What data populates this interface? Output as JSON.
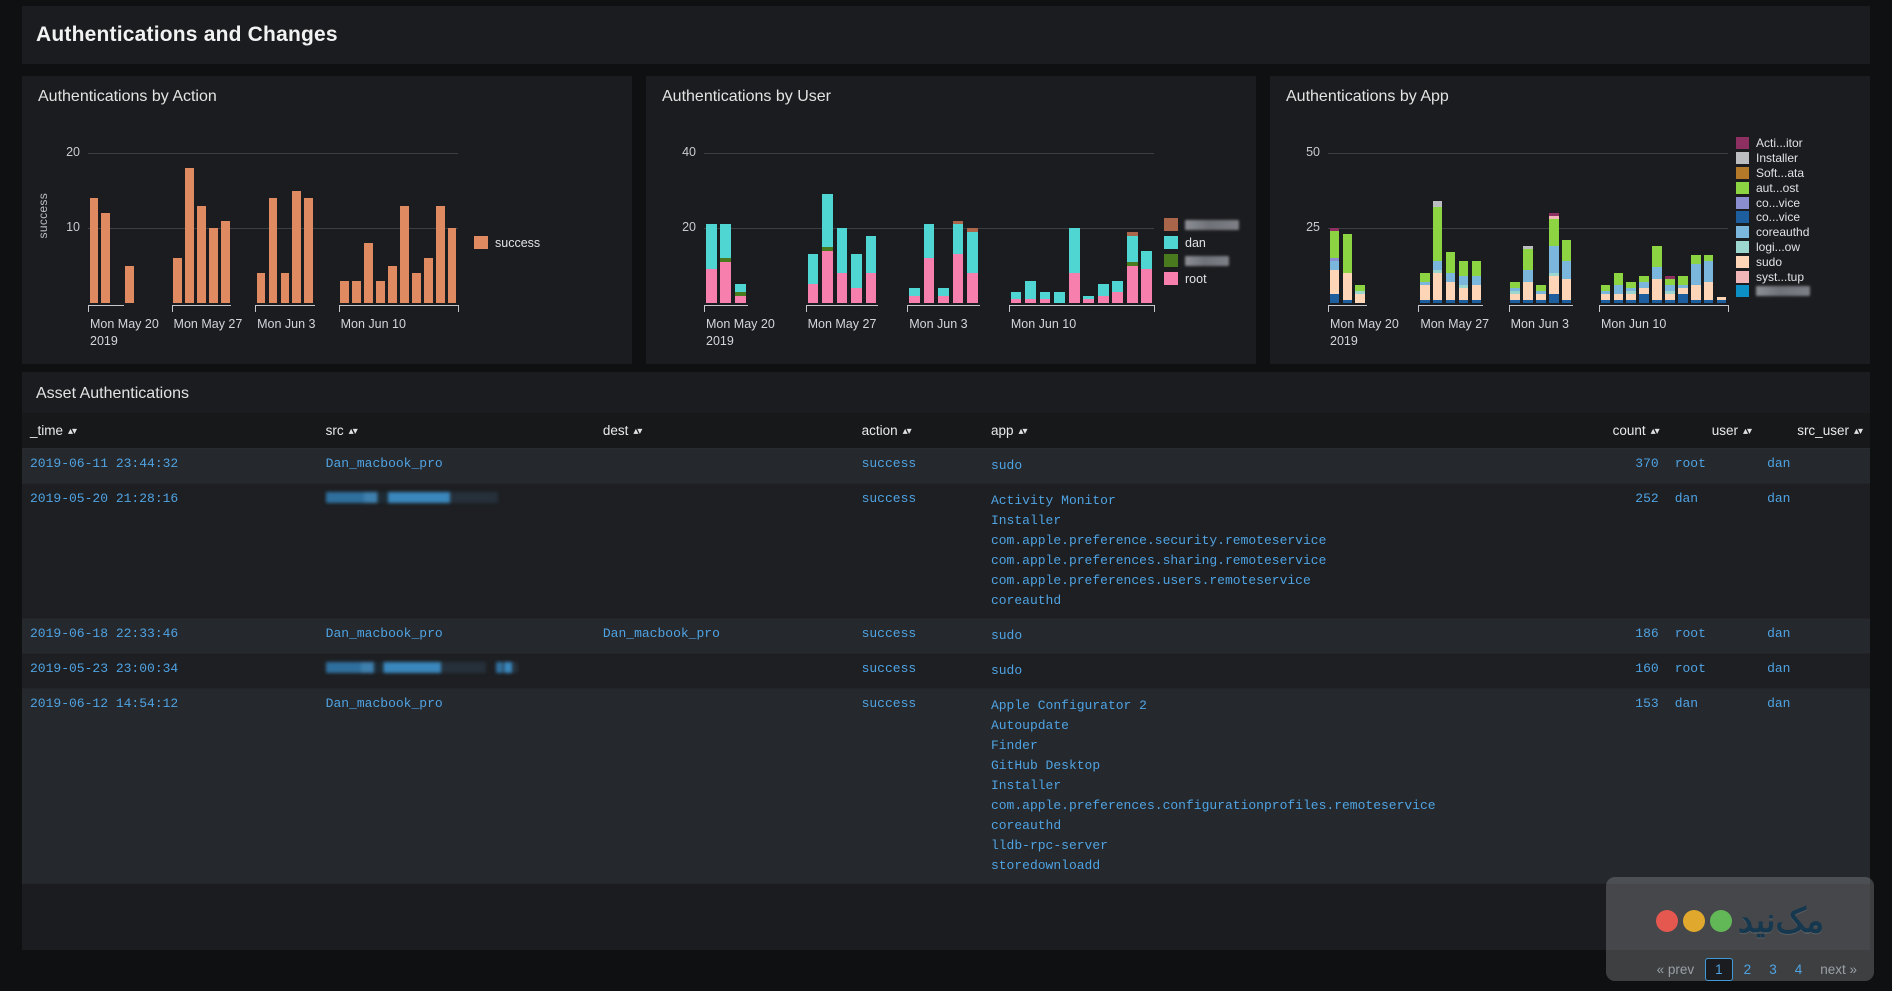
{
  "header": {
    "title": "Authentications and Changes"
  },
  "panels": [
    {
      "title": "Authentications by Action"
    },
    {
      "title": "Authentications by User"
    },
    {
      "title": "Authentications by App"
    }
  ],
  "table": {
    "title": "Asset Authentications",
    "columns": [
      {
        "label": "_time",
        "sort": "▴▾"
      },
      {
        "label": "src",
        "sort": "▴▾"
      },
      {
        "label": "dest",
        "sort": "▴▾"
      },
      {
        "label": "action",
        "sort": "▴▾"
      },
      {
        "label": "app",
        "sort": "▴▾"
      },
      {
        "label": "count",
        "sort": "▴▾"
      },
      {
        "label": "user",
        "sort": "▴▾"
      },
      {
        "label": "src_user",
        "sort": "▴▾"
      }
    ],
    "rows": [
      {
        "time": "2019-06-11 23:44:32",
        "src": "Dan_macbook_pro",
        "src_redacted": false,
        "dest": "",
        "action": "success",
        "apps": [
          "sudo"
        ],
        "count": "370",
        "user": "root",
        "src_user": "dan"
      },
      {
        "time": "2019-05-20 21:28:16",
        "src": "",
        "src_redacted": true,
        "dest": "",
        "action": "success",
        "apps": [
          "Activity Monitor",
          "Installer",
          "com.apple.preference.security.remoteservice",
          "com.apple.preferences.sharing.remoteservice",
          "com.apple.preferences.users.remoteservice",
          "coreauthd"
        ],
        "count": "252",
        "user": "dan",
        "src_user": "dan"
      },
      {
        "time": "2019-06-18 22:33:46",
        "src": "Dan_macbook_pro",
        "src_redacted": false,
        "dest": "Dan_macbook_pro",
        "action": "success",
        "apps": [
          "sudo"
        ],
        "count": "186",
        "user": "root",
        "src_user": "dan"
      },
      {
        "time": "2019-05-23 23:00:34",
        "src": "",
        "src_redacted": true,
        "dest": "",
        "action": "success",
        "apps": [
          "sudo"
        ],
        "count": "160",
        "user": "root",
        "src_user": "dan"
      },
      {
        "time": "2019-06-12 14:54:12",
        "src": "Dan_macbook_pro",
        "src_redacted": false,
        "dest": "",
        "action": "success",
        "apps": [
          "Apple Configurator 2",
          "Autoupdate",
          "Finder",
          "GitHub Desktop",
          "Installer",
          "com.apple.preferences.configurationprofiles.remoteservice",
          "coreauthd",
          "lldb-rpc-server",
          "storedownloadd"
        ],
        "count": "153",
        "user": "dan",
        "src_user": "dan"
      }
    ]
  },
  "pagination": {
    "prev_label": "« prev",
    "next_label": "next »",
    "pages": [
      "1",
      "2",
      "3",
      "4"
    ],
    "current": "1"
  },
  "watermark": {
    "text": "مک‌نید",
    "dots": [
      "#e4584f",
      "#e0a92e",
      "#62b856"
    ]
  },
  "chart_data": [
    {
      "type": "bar",
      "title": "Authentications by Action",
      "xlabel": "",
      "ylabel": "success",
      "ylim": [
        0,
        22
      ],
      "yticks": [
        10,
        20
      ],
      "grid": true,
      "legend_position": "right",
      "legend": [
        "success"
      ],
      "colors": {
        "success": "#e08a62"
      },
      "xticks": [
        "Mon May 20\n2019",
        "Mon May 27",
        "Mon Jun 3",
        "Mon Jun 10"
      ],
      "xtick_labels": [
        "Mon May 20",
        "2019",
        "Mon May 27",
        "Mon Jun 3",
        "Mon Jun 10"
      ],
      "xtick_positions": [
        0,
        7,
        14,
        21
      ],
      "categories": [
        "d0",
        "d1",
        "d2",
        "d3",
        "d4",
        "d5",
        "d6",
        "d7",
        "d8",
        "d9",
        "d10",
        "d11",
        "d12",
        "d13",
        "d14",
        "d15",
        "d16",
        "d17",
        "d18",
        "d19",
        "d20",
        "d21",
        "d22",
        "d23",
        "d24",
        "d25",
        "d26",
        "d27",
        "d28",
        "d29",
        "d30"
      ],
      "series": [
        {
          "name": "success",
          "values": [
            14,
            12,
            0,
            5,
            0,
            0,
            0,
            6,
            18,
            13,
            10,
            11,
            0,
            0,
            4,
            14,
            4,
            15,
            14,
            0,
            0,
            3,
            3,
            8,
            3,
            5,
            13,
            4,
            6,
            13,
            10
          ]
        }
      ]
    },
    {
      "type": "bar",
      "title": "Authentications by User",
      "stacked": true,
      "xlabel": "",
      "ylabel": "",
      "ylim": [
        0,
        44
      ],
      "yticks": [
        20,
        40
      ],
      "grid": true,
      "legend_position": "right",
      "legend": [
        "[redacted]",
        "dan",
        "[redacted]",
        "root"
      ],
      "legend_redacted": [
        true,
        false,
        true,
        false
      ],
      "colors": {
        "s0": "#a9664a",
        "dan": "#4fd6d2",
        "s2": "#4a7a1e",
        "root": "#f77fae"
      },
      "xtick_labels": [
        "Mon May 20",
        "2019",
        "Mon May 27",
        "Mon Jun 3",
        "Mon Jun 10"
      ],
      "categories": [
        "d0",
        "d1",
        "d2",
        "d3",
        "d4",
        "d5",
        "d6",
        "d7",
        "d8",
        "d9",
        "d10",
        "d11",
        "d12",
        "d13",
        "d14",
        "d15",
        "d16",
        "d17",
        "d18",
        "d19",
        "d20",
        "d21",
        "d22",
        "d23",
        "d24",
        "d25",
        "d26",
        "d27",
        "d28",
        "d29",
        "d30"
      ],
      "series": [
        {
          "name": "root",
          "values": [
            9,
            11,
            2,
            0,
            0,
            0,
            0,
            5,
            14,
            8,
            4,
            8,
            0,
            0,
            2,
            12,
            2,
            13,
            8,
            0,
            0,
            1,
            1,
            1,
            0,
            8,
            1,
            2,
            3,
            10,
            9
          ]
        },
        {
          "name": "s2",
          "values": [
            0,
            1,
            1,
            0,
            0,
            0,
            0,
            0,
            1,
            0,
            0,
            0,
            0,
            0,
            0,
            0,
            0,
            0,
            0,
            0,
            0,
            0,
            0,
            0,
            0,
            0,
            0,
            0,
            0,
            1,
            0
          ]
        },
        {
          "name": "dan",
          "values": [
            12,
            9,
            2,
            0,
            0,
            0,
            0,
            8,
            14,
            12,
            9,
            10,
            0,
            0,
            2,
            9,
            2,
            8,
            11,
            0,
            0,
            2,
            5,
            2,
            3,
            12,
            1,
            3,
            3,
            7,
            5
          ]
        },
        {
          "name": "s0",
          "values": [
            0,
            0,
            0,
            0,
            0,
            0,
            0,
            0,
            0,
            0,
            0,
            0,
            0,
            0,
            0,
            0,
            0,
            1,
            1,
            0,
            0,
            0,
            0,
            0,
            0,
            0,
            0,
            0,
            0,
            1,
            0
          ]
        }
      ]
    },
    {
      "type": "bar",
      "title": "Authentications by App",
      "stacked": true,
      "xlabel": "",
      "ylabel": "",
      "ylim": [
        0,
        55
      ],
      "yticks": [
        25,
        50
      ],
      "grid": true,
      "legend_position": "right",
      "legend": [
        "Acti...itor",
        "Installer",
        "Soft...ata",
        "aut...ost",
        "co...vice",
        "co...vice",
        "coreauthd",
        "logi...ow",
        "sudo",
        "syst...tup",
        "[redacted]"
      ],
      "legend_redacted": [
        false,
        false,
        false,
        false,
        false,
        false,
        false,
        false,
        false,
        false,
        true
      ],
      "colors": {
        "Acti...itor": "#8e2f62",
        "Installer": "#bcbdc1",
        "Soft...ata": "#b5792a",
        "aut...ost": "#8cd442",
        "co...vice": "#8a8ed0",
        "co...vice2": "#1d5f9e",
        "coreauthd": "#7bb6dd",
        "logi...ow": "#9dd6cf",
        "sudo": "#ffd5b8",
        "syst...tup": "#f0b6b8",
        "redacted": "#0b8fc4"
      },
      "xtick_labels": [
        "Mon May 20",
        "2019",
        "Mon May 27",
        "Mon Jun 3",
        "Mon Jun 10"
      ],
      "categories": [
        "d0",
        "d1",
        "d2",
        "d3",
        "d4",
        "d5",
        "d6",
        "d7",
        "d8",
        "d9",
        "d10",
        "d11",
        "d12",
        "d13",
        "d14",
        "d15",
        "d16",
        "d17",
        "d18",
        "d19",
        "d20",
        "d21",
        "d22",
        "d23",
        "d24",
        "d25",
        "d26",
        "d27",
        "d28",
        "d29",
        "d30"
      ],
      "series": [
        {
          "name": "co...vice2",
          "values": [
            3,
            1,
            0,
            0,
            0,
            0,
            0,
            1,
            1,
            1,
            1,
            1,
            0,
            0,
            1,
            1,
            1,
            3,
            1,
            0,
            0,
            1,
            1,
            1,
            3,
            1,
            1,
            3,
            1,
            1,
            1
          ]
        },
        {
          "name": "sudo",
          "values": [
            8,
            9,
            3,
            0,
            0,
            0,
            0,
            5,
            9,
            6,
            4,
            5,
            0,
            0,
            2,
            6,
            2,
            6,
            7,
            0,
            0,
            2,
            2,
            2,
            2,
            7,
            2,
            2,
            5,
            6,
            1
          ]
        },
        {
          "name": "logi...ow",
          "values": [
            0,
            0,
            1,
            0,
            0,
            0,
            0,
            0,
            1,
            0,
            1,
            0,
            0,
            0,
            1,
            0,
            0,
            1,
            0,
            0,
            0,
            0,
            0,
            1,
            0,
            0,
            1,
            0,
            0,
            0,
            0
          ]
        },
        {
          "name": "coreauthd",
          "values": [
            3,
            0,
            0,
            0,
            0,
            0,
            0,
            1,
            3,
            3,
            3,
            3,
            0,
            0,
            1,
            4,
            1,
            9,
            6,
            0,
            0,
            1,
            3,
            1,
            2,
            4,
            2,
            1,
            7,
            7,
            0
          ]
        },
        {
          "name": "co...vice",
          "values": [
            1,
            0,
            0,
            0,
            0,
            0,
            0,
            0,
            0,
            0,
            0,
            0,
            0,
            0,
            0,
            0,
            0,
            0,
            0,
            0,
            0,
            0,
            0,
            0,
            0,
            0,
            0,
            0,
            0,
            0,
            0
          ]
        },
        {
          "name": "aut...ost",
          "values": [
            9,
            13,
            2,
            0,
            0,
            0,
            0,
            3,
            18,
            7,
            5,
            5,
            0,
            0,
            2,
            7,
            2,
            9,
            7,
            0,
            0,
            2,
            4,
            2,
            2,
            7,
            2,
            3,
            3,
            2,
            0
          ]
        },
        {
          "name": "syst...tup",
          "values": [
            0,
            0,
            0,
            0,
            0,
            0,
            0,
            0,
            0,
            0,
            0,
            0,
            0,
            0,
            0,
            0,
            0,
            1,
            0,
            0,
            0,
            0,
            0,
            0,
            0,
            0,
            0,
            0,
            0,
            0,
            0
          ]
        },
        {
          "name": "Soft...ata",
          "values": [
            0,
            0,
            0,
            0,
            0,
            0,
            0,
            0,
            0,
            0,
            0,
            0,
            0,
            0,
            0,
            0,
            0,
            0,
            0,
            0,
            0,
            0,
            0,
            0,
            0,
            0,
            0,
            0,
            0,
            0,
            0
          ]
        },
        {
          "name": "Installer",
          "values": [
            0,
            0,
            0,
            0,
            0,
            0,
            0,
            0,
            2,
            0,
            0,
            0,
            0,
            0,
            0,
            1,
            0,
            0,
            0,
            0,
            0,
            0,
            0,
            0,
            0,
            0,
            0,
            0,
            0,
            0,
            0
          ]
        },
        {
          "name": "Acti...itor",
          "values": [
            1,
            0,
            0,
            0,
            0,
            0,
            0,
            0,
            0,
            0,
            0,
            0,
            0,
            0,
            0,
            0,
            0,
            1,
            0,
            0,
            0,
            0,
            0,
            0,
            0,
            0,
            1,
            0,
            0,
            0,
            0
          ]
        }
      ]
    }
  ]
}
